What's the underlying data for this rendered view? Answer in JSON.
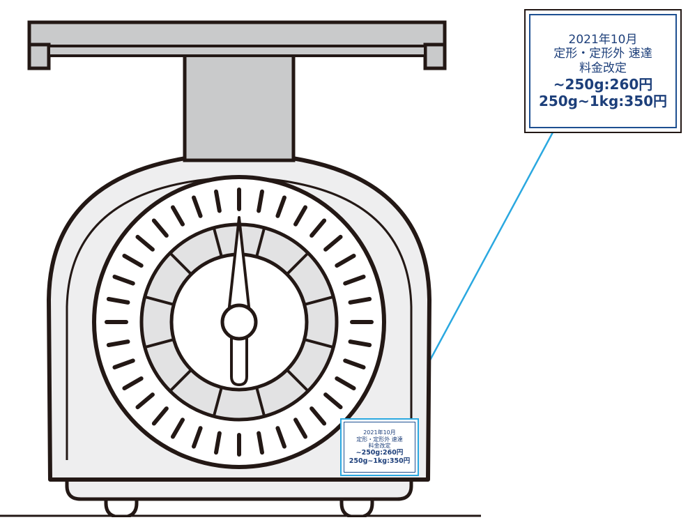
{
  "label": {
    "line1": "2021年10月",
    "line2": "定形・定形外 速達",
    "line3": "料金改定",
    "line4": "~250g:260円",
    "line5": "250g~1kg:350円"
  },
  "colors": {
    "outline": "#231815",
    "platform": "#c9cacb",
    "body": "#eeeeef",
    "dial_ring": "#e2e2e3",
    "label_text": "#1d3f7a",
    "label_border": "#1d4f91",
    "callout_line": "#2aa8e0"
  },
  "dial": {
    "tick_count": 36,
    "segment_count": 12,
    "needle_level": 0
  }
}
